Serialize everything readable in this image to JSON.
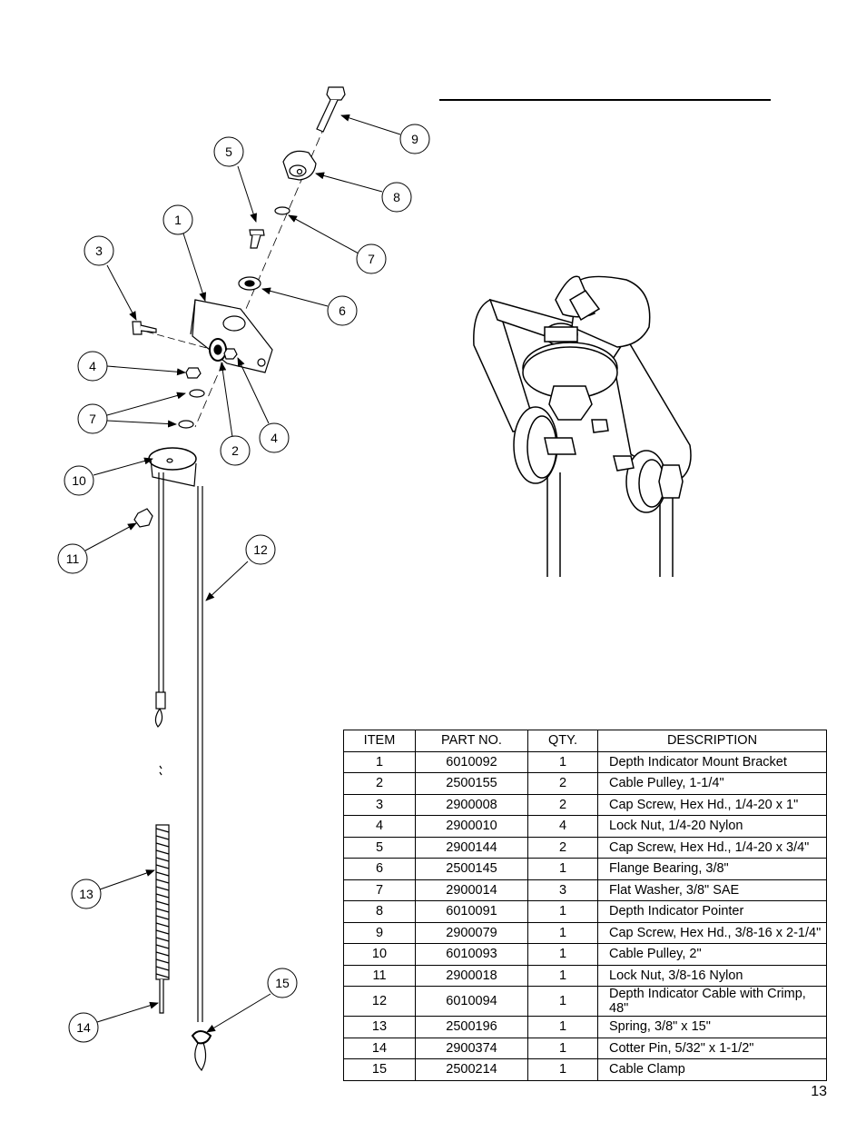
{
  "callouts": [
    {
      "label": "1"
    },
    {
      "label": "2"
    },
    {
      "label": "3"
    },
    {
      "label": "4"
    },
    {
      "label": "4"
    },
    {
      "label": "5"
    },
    {
      "label": "6"
    },
    {
      "label": "7"
    },
    {
      "label": "7"
    },
    {
      "label": "8"
    },
    {
      "label": "9"
    },
    {
      "label": "10"
    },
    {
      "label": "11"
    },
    {
      "label": "12"
    },
    {
      "label": "13"
    },
    {
      "label": "14"
    },
    {
      "label": "15"
    }
  ],
  "parts_table": {
    "headers": [
      "ITEM",
      "PART NO.",
      "QTY.",
      "DESCRIPTION"
    ],
    "rows": [
      [
        "1",
        "6010092",
        "1",
        "Depth Indicator Mount Bracket"
      ],
      [
        "2",
        "2500155",
        "2",
        "Cable Pulley, 1-1/4\""
      ],
      [
        "3",
        "2900008",
        "2",
        "Cap Screw, Hex Hd., 1/4-20 x 1\""
      ],
      [
        "4",
        "2900010",
        "4",
        "Lock Nut, 1/4-20 Nylon"
      ],
      [
        "5",
        "2900144",
        "2",
        "Cap Screw, Hex Hd., 1/4-20 x 3/4\""
      ],
      [
        "6",
        "2500145",
        "1",
        "Flange Bearing, 3/8\""
      ],
      [
        "7",
        "2900014",
        "3",
        "Flat Washer, 3/8\" SAE"
      ],
      [
        "8",
        "6010091",
        "1",
        "Depth Indicator Pointer"
      ],
      [
        "9",
        "2900079",
        "1",
        "Cap Screw, Hex Hd., 3/8-16 x 2-1/4\""
      ],
      [
        "10",
        "6010093",
        "1",
        "Cable Pulley, 2\""
      ],
      [
        "11",
        "2900018",
        "1",
        "Lock Nut, 3/8-16 Nylon"
      ],
      [
        "12",
        "6010094",
        "1",
        "Depth Indicator Cable with Crimp, 48\""
      ],
      [
        "13",
        "2500196",
        "1",
        "Spring, 3/8\" x 15\""
      ],
      [
        "14",
        "2900374",
        "1",
        "Cotter Pin, 5/32\" x 1-1/2\""
      ],
      [
        "15",
        "2500214",
        "1",
        "Cable Clamp"
      ]
    ]
  },
  "page_number": "13"
}
